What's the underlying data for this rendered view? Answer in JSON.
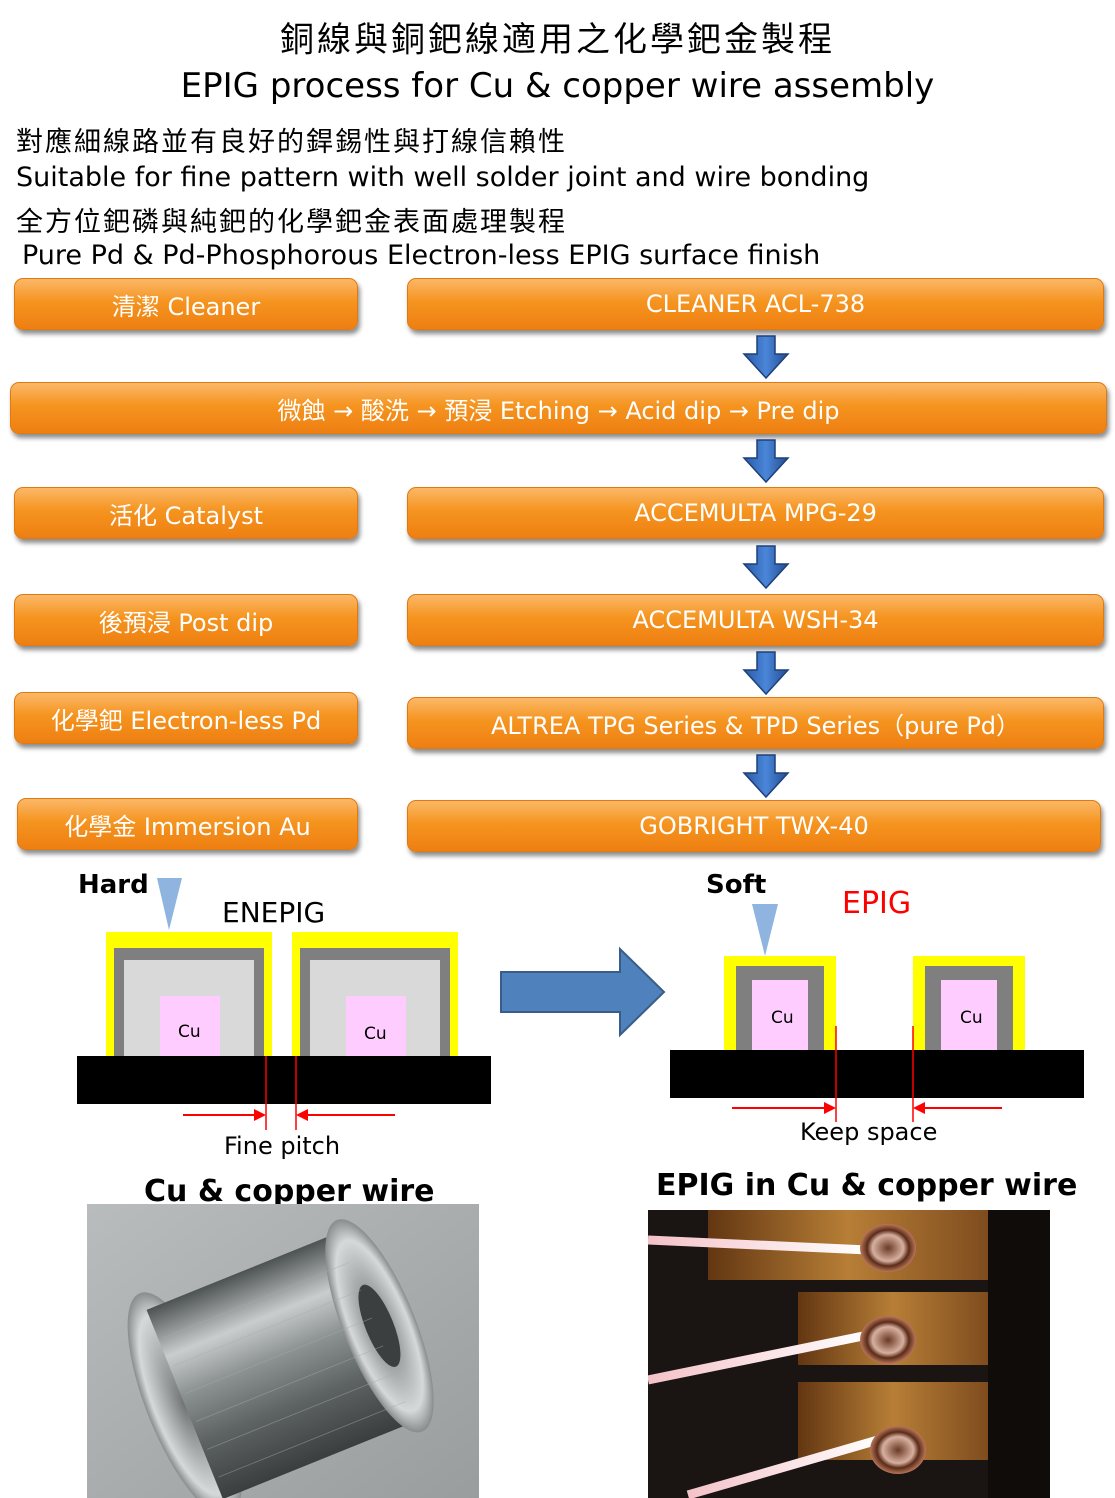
{
  "title": {
    "zh": "銅線與銅鈀線適用之化學鈀金製程",
    "en": "EPIG process for Cu & copper wire assembly"
  },
  "intro": [
    "對應細線路並有良好的銲錫性與打線信賴性",
    "Suitable for fine pattern with well solder joint and wire bonding",
    "全方位鈀磷與純鈀的化學鈀金表面處理製程",
    "Pure Pd & Pd-Phosphorous Electron-less  EPIG surface finish"
  ],
  "process": {
    "steps": [
      {
        "label": "清潔 Cleaner",
        "product": "CLEANER ACL-738"
      },
      {
        "combined": "微蝕 → 酸洗 → 預浸  Etching → Acid dip → Pre dip"
      },
      {
        "label": "活化 Catalyst",
        "product": "ACCEMULTA  MPG-29"
      },
      {
        "label": "後預浸 Post dip",
        "product": "ACCEMULTA WSH-34"
      },
      {
        "label": "化學鈀 Electron-less Pd",
        "product": "ALTREA TPG Series & TPD Series（pure Pd）"
      },
      {
        "label": "化學金 Immersion Au",
        "product": "GOBRIGHT TWX-40"
      }
    ]
  },
  "comparison": {
    "left": {
      "hardness": "Hard",
      "name": "ENEPIG",
      "pad_label": "Cu",
      "note": "Fine pitch"
    },
    "right": {
      "hardness": "Soft",
      "name": "EPIG",
      "pad_label": "Cu",
      "note": "Keep space"
    },
    "colors": {
      "gold": "#ffff00",
      "nickel": "#7f7f7f",
      "pd": "#d9d9d9",
      "cu": "#ffccff",
      "substrate": "#000000",
      "accent": "#ff0000",
      "arrow": "#4f81bd"
    }
  },
  "photos": {
    "left_caption": "Cu & copper wire",
    "right_caption": "EPIG in Cu & copper wire"
  }
}
